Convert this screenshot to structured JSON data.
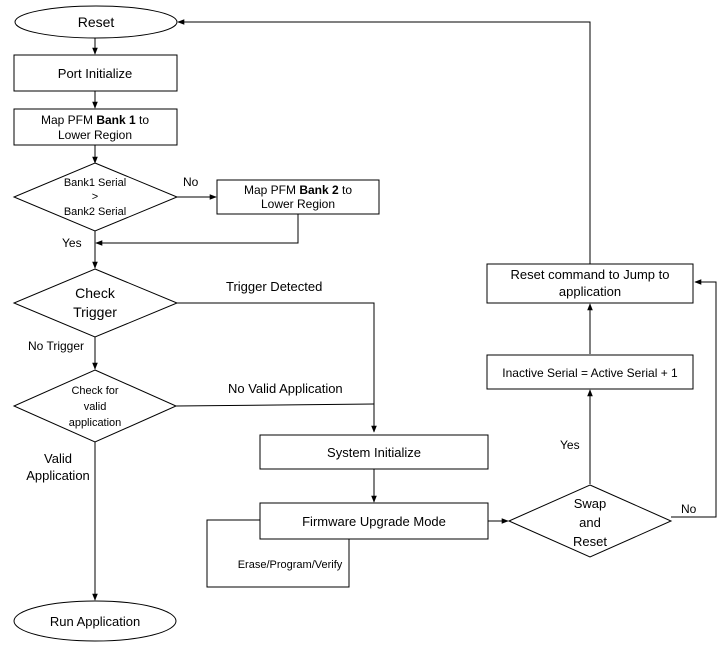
{
  "nodes": {
    "reset": "Reset",
    "port_initialize": "Port Initialize",
    "map_bank1": {
      "prefix": "Map PFM ",
      "bold": "Bank 1",
      "suffix": " to",
      "line2": "Lower Region"
    },
    "bank_compare": {
      "line1": "Bank1 Serial",
      "line2": ">",
      "line3": "Bank2 Serial"
    },
    "map_bank2": {
      "prefix": "Map PFM ",
      "bold": "Bank 2",
      "suffix": " to",
      "line2": "Lower Region"
    },
    "check_trigger": {
      "line1": "Check",
      "line2": "Trigger"
    },
    "check_valid": {
      "line1": "Check for",
      "line2": "valid",
      "line3": "application"
    },
    "run_application": "Run Application",
    "system_initialize": "System Initialize",
    "firmware_upgrade_mode": "Firmware Upgrade Mode",
    "erase_program_verify": "Erase/Program/Verify",
    "swap_reset": {
      "line1": "Swap",
      "line2": "and",
      "line3": "Reset"
    },
    "inactive_serial": "Inactive Serial = Active Serial + 1",
    "reset_command": {
      "line1": "Reset command to Jump to",
      "line2": "application"
    }
  },
  "edge_labels": {
    "no_bank": "No",
    "yes_bank": "Yes",
    "trigger_detected": "Trigger Detected",
    "no_trigger": "No Trigger",
    "no_valid_application": "No Valid Application",
    "valid_application": {
      "line1": "Valid",
      "line2": "Application"
    },
    "yes_swap": "Yes",
    "no_swap": "No"
  }
}
